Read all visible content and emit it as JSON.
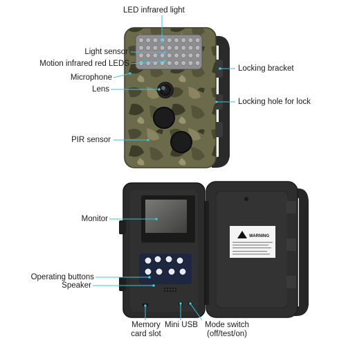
{
  "diagram": {
    "callouts": {
      "led_infrared_light": "LED infrared light",
      "light_sensor": "Light sensor",
      "motion_infrared_red_leds": "Motion infrared red LEDS",
      "microphone": "Microphone",
      "lens": "Lens",
      "pir_sensor": "PIR sensor",
      "locking_bracket": "Locking bracket",
      "locking_hole": "Locking hole for lock",
      "monitor": "Monitor",
      "operating_buttons": "Operating buttons",
      "speaker": "Speaker",
      "memory_card_slot_line1": "Memory",
      "memory_card_slot_line2": "card slot",
      "mini_usb": "Mini USB",
      "mode_switch_line1": "Mode switch",
      "mode_switch_line2": "(off/test/on)"
    },
    "warning_sticker": {
      "title": "WARNING"
    },
    "colors": {
      "leader_line": "#3ec6e0",
      "camo_base": "#6b6a4a",
      "camo_dark": "#3a3a2a",
      "strap": "#2a2a2a",
      "open_body": "#2b2b2b"
    }
  }
}
